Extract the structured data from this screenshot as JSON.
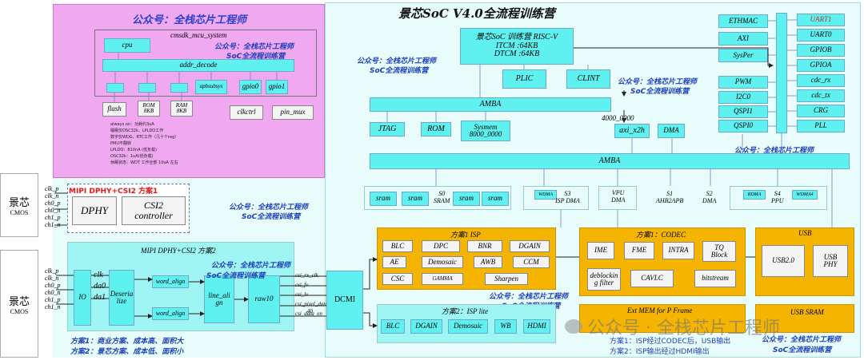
{
  "main_title": "景芯SoC V4.0全流程训练营",
  "wm_1": "公众号：全栈芯片工程师",
  "wm_2": "SoC全流程训练营",
  "left_cmos": {
    "label": "景芯",
    "sub": "CMOS",
    "pins": [
      "clk_p",
      "clk_n",
      "ch0_p",
      "ch0_n",
      "ch1_p",
      "ch1_n"
    ]
  },
  "mcu": {
    "title": "cmsdk_mcu_system",
    "wm_title": "公众号：全栈芯片工程师",
    "cpu": "cpu",
    "addr_decode": "addr_decode",
    "small_blocks": [
      "",
      "",
      "",
      "apbsubsys",
      "gpio0",
      "gpio1"
    ],
    "flash": "flash",
    "rom": "ROM\n8KB",
    "ram": "RAM\n8KB",
    "clkctrl": "clkctrl",
    "pin_mux": "pin_mux",
    "notes": [
      "always on：功耗约3uA",
      "睡眠仅OSC32k、LPLDO工作",
      "数字仅WDG、RTC工作（几十个reg）",
      "PMU不翻转",
      "LPLDO：810nA (低负载)",
      "OSC32k：1uA(低负载)",
      "休眠状态：WDT 工作全部 10uA 左右"
    ]
  },
  "mipi1": {
    "title": "MIPI DPHY+CSI2 方案1",
    "dphy": "DPHY",
    "csi2": "CSI2\ncontroller"
  },
  "mipi2": {
    "title": "MIPI DPHY+CSI2 方案2",
    "io": "IO",
    "io_pins": [
      "clk",
      "da0",
      "da1"
    ],
    "deserialize": "Deseria\nlize",
    "word_align": "word_align",
    "line_align": "line_ali\ngn",
    "raw10": "raw10",
    "signals": [
      "csi_rx_clk",
      "csi_fv",
      "csi_lv",
      "csi_pixel_data",
      "csi_data_en"
    ],
    "bus_width": "40",
    "dcmi": "DCMI",
    "plan1": "方案1：商业方案、成本高、面积大",
    "plan2": "方案2：景芯方案、成本低、面积小"
  },
  "riscv": {
    "title": "景芯SoC 训练营 RISC-V",
    "itcm": "ITCM :64KB",
    "dtcm": "DTCM :64KB",
    "plic": "PLIC",
    "clint": "CLINT"
  },
  "amba1": "AMBA",
  "jtag": "JTAG",
  "rom": "ROM",
  "sysmem": "Sysmem\n8000_0000",
  "addr": "4000_0000",
  "axi_x2h": "axi_x2h",
  "dma": "DMA",
  "amba2": "AMBA",
  "peripherals": {
    "ethmac": "ETHMAC",
    "axi": "AXI",
    "sysper": "SysPer",
    "pwm": "PWM",
    "i2c0": "I2C0",
    "qspi1": "QSPI1",
    "qspi0": "QSPI0"
  },
  "right_col": [
    "UART1",
    "UART0",
    "GPIOB",
    "GPIOA",
    "cdc_rx",
    "cdc_tx",
    "CRG",
    "PLL"
  ],
  "bus_bottom": {
    "sram": [
      "sram",
      "sram",
      "sram",
      "sram"
    ],
    "s0": "S0\nSRAM",
    "wdma": "WDMA",
    "s3": "S3\nISP DMA",
    "vpu": "VPU\nDMA",
    "s1": "S1\nAHB2APB",
    "s2": "S2\nDMA",
    "rdma": "RDMA",
    "s4": "S4\nPPU",
    "wdma4": "WDMA4"
  },
  "isp1": {
    "title": "方案1 ISP",
    "blocks": [
      "BLC",
      "DPC",
      "BNR",
      "DGAIN",
      "AE",
      "Demosaic",
      "AWB",
      "CCM",
      "CSC",
      "GAMMA",
      "Sharpen"
    ]
  },
  "isp2": {
    "title": "方案2：ISP lite",
    "blocks": [
      "BLC",
      "DGAIN",
      "Demosaic",
      "WB",
      "HDMI"
    ]
  },
  "codec": {
    "title": "方案1：CODEC",
    "blocks": [
      "IME",
      "FME",
      "INTRA",
      "TQ\nBlock",
      "deblockin\ng filter",
      "CAVLC",
      "bitstream"
    ]
  },
  "usb": {
    "title": "USB",
    "usb2": "USB2.0",
    "phy": "USB\nPHY"
  },
  "ext_mem": "Ext MEM for P Frame",
  "usb_sram": "USB SRAM",
  "bottom_notes": [
    "方案1：ISP经过CODEC后，USB输出",
    "方案2：ISP输出经过HDMI输出"
  ],
  "wm_big": "公众号 · 全栈芯片工程师"
}
